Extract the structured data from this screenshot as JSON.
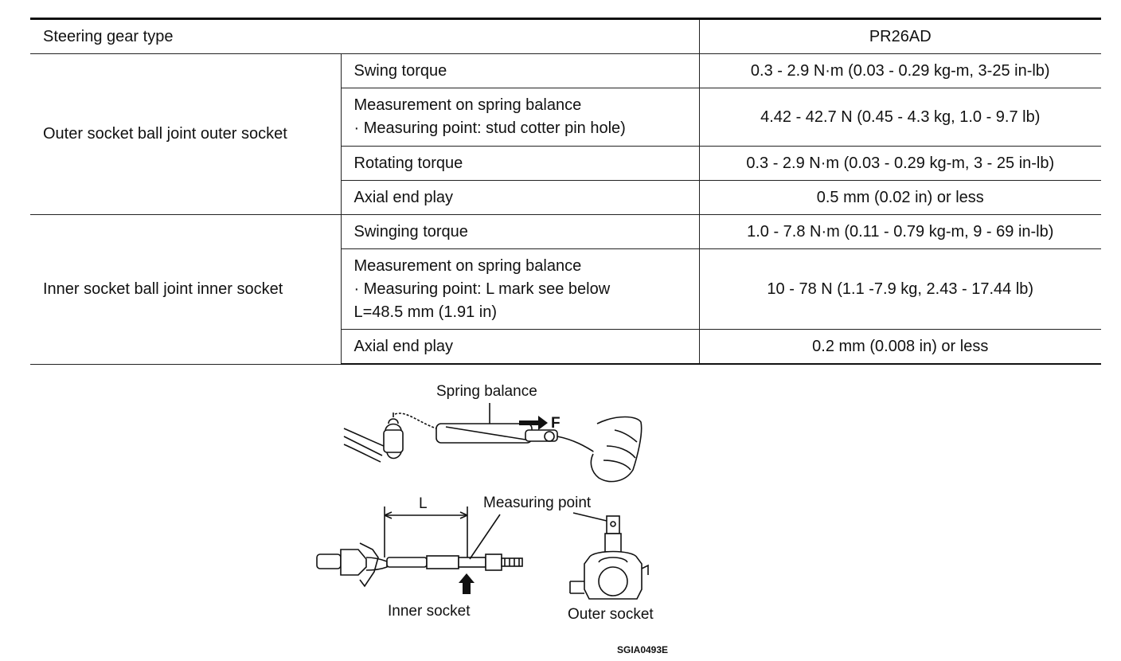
{
  "table": {
    "header": {
      "label": "Steering gear type",
      "value": "PR26AD"
    },
    "groups": [
      {
        "name": "Outer socket ball joint outer socket",
        "rows": [
          {
            "item": [
              "Swing torque"
            ],
            "value": "0.3 - 2.9 N·m (0.03 - 0.29 kg-m, 3-25 in-lb)"
          },
          {
            "item": [
              "Measurement on spring balance",
              "· Measuring point: stud cotter pin hole)"
            ],
            "value": "4.42 - 42.7 N (0.45 - 4.3 kg, 1.0 - 9.7 lb)"
          },
          {
            "item": [
              "Rotating torque"
            ],
            "value": "0.3 - 2.9 N·m (0.03 - 0.29 kg-m, 3 - 25 in-lb)"
          },
          {
            "item": [
              "Axial end play"
            ],
            "value": "0.5 mm (0.02 in) or less"
          }
        ]
      },
      {
        "name": "Inner socket ball joint inner socket",
        "rows": [
          {
            "item": [
              "Swinging torque"
            ],
            "value": "1.0 - 7.8 N·m (0.11 - 0.79 kg-m, 9 - 69 in-lb)"
          },
          {
            "item": [
              "Measurement on spring balance",
              "· Measuring point: L mark see below",
              "L=48.5 mm (1.91 in)"
            ],
            "value": "10 - 78 N (1.1 -7.9 kg, 2.43 - 17.44 lb)"
          },
          {
            "item": [
              "Axial end play"
            ],
            "value": "0.2 mm (0.008 in) or less"
          }
        ]
      }
    ]
  },
  "figure": {
    "spring_balance_label": "Spring balance",
    "force_label": "F",
    "length_label": "L",
    "measuring_point_label": "Measuring point",
    "inner_socket_label": "Inner socket",
    "outer_socket_label": "Outer socket",
    "figure_code": "SGIA0493E"
  }
}
